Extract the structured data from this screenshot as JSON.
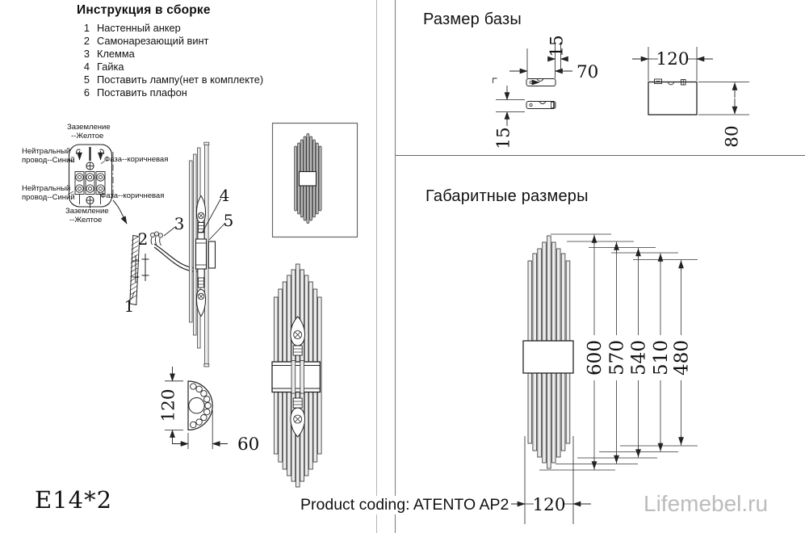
{
  "assembly": {
    "title": "Инструкция в сборке",
    "items": [
      {
        "num": "1",
        "label": "Настенный анкер"
      },
      {
        "num": "2",
        "label": "Самонарезающий винт"
      },
      {
        "num": "3",
        "label": "Клемма"
      },
      {
        "num": "4",
        "label": "Гайка"
      },
      {
        "num": "5",
        "label": "Поставить лампу(нет в комплекте)"
      },
      {
        "num": "6",
        "label": "Поставить плафон"
      }
    ]
  },
  "wiring": {
    "ground_line1": "Заземление",
    "ground_line2": "--Желтое",
    "neutral_line1": "Нейтральный",
    "neutral_line2": "провод--Синий",
    "phase": "Фаза--коричневая"
  },
  "callouts": [
    "1",
    "2",
    "3",
    "4",
    "5"
  ],
  "bottom_view": {
    "height": "120",
    "depth": "60"
  },
  "socket_code": "E14*2",
  "base_size": {
    "title": "Размер базы",
    "bracket_offset": "15",
    "bracket_length": "70",
    "bracket_height": "15",
    "plate_width": "120",
    "plate_height": "80"
  },
  "overall": {
    "title": "Габаритные размеры",
    "heights": [
      "600",
      "570",
      "540",
      "510",
      "480"
    ],
    "width": "120"
  },
  "footer": {
    "product_coding": "Product coding: ATENTO AP2",
    "watermark": "Lifemebel.ru"
  }
}
